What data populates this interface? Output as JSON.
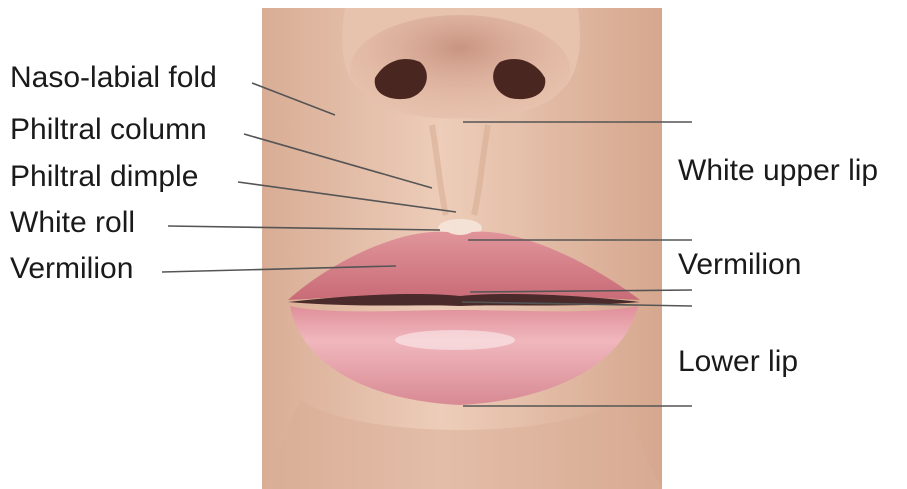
{
  "left_labels": {
    "nasolabial_fold": "Naso-labial fold",
    "philtral_column": "Philtral column",
    "philtral_dimple": "Philtral dimple",
    "white_roll": "White roll",
    "vermilion": "Vermilion"
  },
  "right_labels": {
    "white_upper_lip": "White upper lip",
    "vermilion": "Vermilion",
    "lower_lip": "Lower lip"
  },
  "colors": {
    "skin": "#e6bfa6",
    "lip": "#d67f88",
    "lower_lip_highlight": "#f2b9bf",
    "mouth_line": "#4a2a2a",
    "leader_line": "#555555",
    "text": "#1a1a1a"
  }
}
